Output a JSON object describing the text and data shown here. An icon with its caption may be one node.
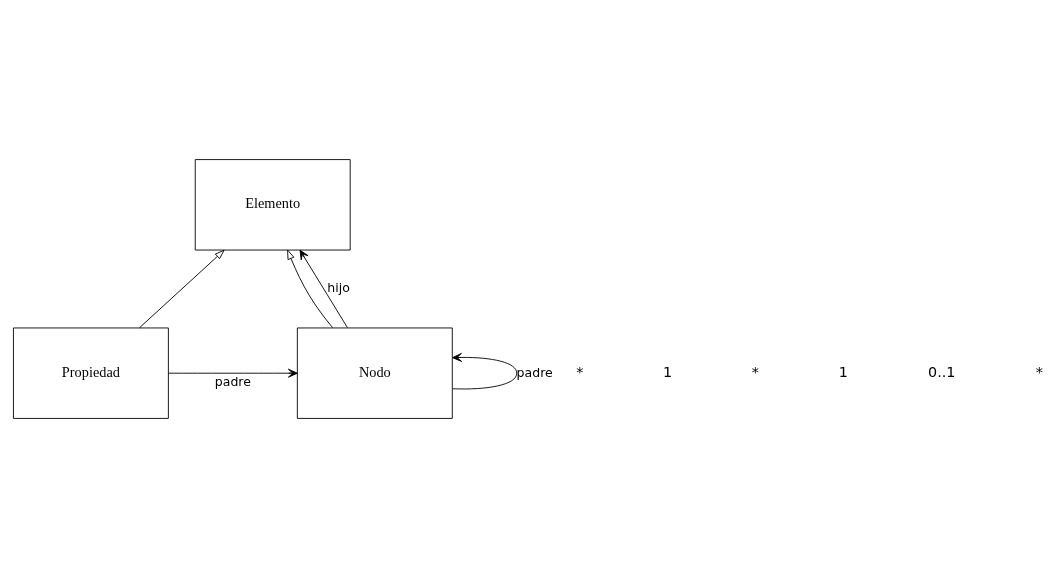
{
  "diagram": {
    "nodes": [
      {
        "text": [
          "Elemento"
        ]
      },
      {
        "text": [
          "Propiedad"
        ]
      },
      {
        "text": [
          "Nodo"
        ]
      }
    ],
    "edges": [
      {
        "from": 1,
        "to": 0,
        "arrow": "to"
      },
      {
        "from": 2,
        "to": 0,
        "arrow": "to"
      },
      {
        "from": 2,
        "to": 0,
        "arrow": "to",
        "label": "hijo"
      },
      {
        "from": 1,
        "to": 2,
        "arrow": "to",
        "label": "padre"
      },
      {
        "from": 2,
        "to": 2,
        "arrow": "to",
        "label": "padre"
      }
    ],
    "labels": [
      "*",
      "1",
      "*",
      "1",
      "0..1",
      "*"
    ]
  }
}
